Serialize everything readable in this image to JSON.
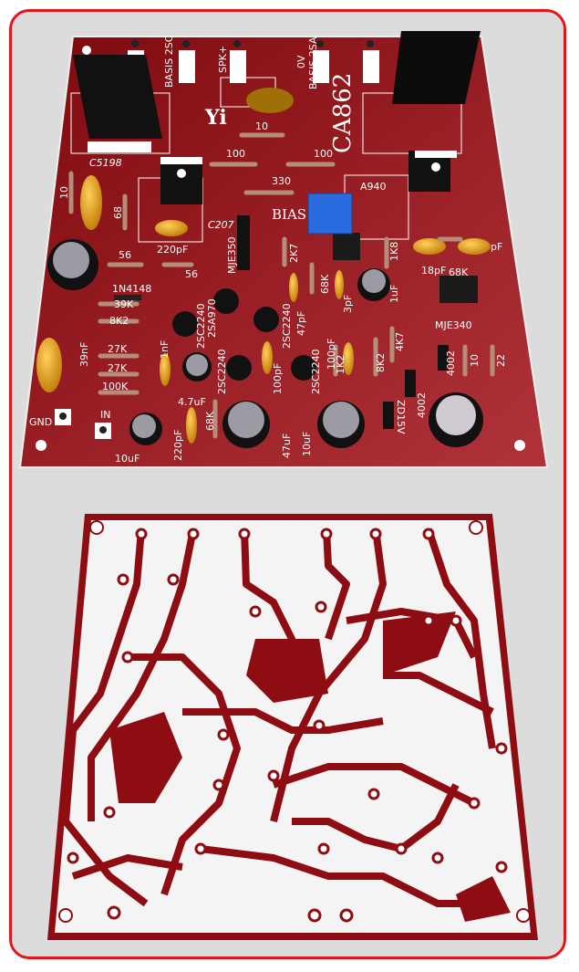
{
  "board_top": {
    "brand": "Yi",
    "model": "CA862",
    "connectors": [
      "BASIS 2SC",
      "SPK+",
      "0V",
      "BASIS 2SA"
    ],
    "labels": {
      "r10_top": "10",
      "r100_a": "100",
      "r100_b": "100",
      "c5198": "C5198",
      "r330": "330",
      "a940": "A940",
      "bias": "BIAS",
      "c207": "C207",
      "r10_left": "10",
      "r68": "68",
      "c220pf_top": "220pF",
      "mje350": "MJE350",
      "r2k7": "2K7",
      "r1k8": "1K8",
      "c18pf": "18pF",
      "cpf": "pF",
      "r68k_right": "68K",
      "r56_a": "56",
      "r56_b": "56",
      "d1n4148": "1N4148",
      "r39k": "39K",
      "r8k2_left": "8K2",
      "r68k_mid": "68K",
      "c1uf": "1uF",
      "c47pf": "47pF",
      "c3pf": "3pF",
      "q2sa970": "2SA970",
      "q2sc2240_a": "2SC2240",
      "q2sc2240_b": "2SC2240",
      "q2sc2240_c": "2SC2240",
      "q2sc2240_d": "2SC2240",
      "mje340": "MJE340",
      "c100pf_a": "100pF",
      "c100pf_b": "100pF",
      "r1k2": "1K2",
      "r8k2_right": "8K2",
      "r4k7": "4K7",
      "d4002_a": "4002",
      "r10_right": "10",
      "r22": "22",
      "c39nf": "39nF",
      "c1nf": "1nF",
      "r27k_a": "27K",
      "r27k_b": "27K",
      "r100k": "100K",
      "c4_7uf": "4.7uF",
      "gnd": "GND",
      "in": "IN",
      "c10uf_left": "10uF",
      "c220pf_bottom": "220pF",
      "r68k_bottom": "68K",
      "c47uf": "47uF",
      "c10uf_mid": "10uF",
      "zd15v": "ZD15V",
      "d4002_b": "4002"
    }
  },
  "colors": {
    "board": "#8e0d12",
    "frame": "#e3161b",
    "copper_bottom": "#8e0d12",
    "pot": "#2a6be0",
    "cap": "#f0a21c"
  }
}
